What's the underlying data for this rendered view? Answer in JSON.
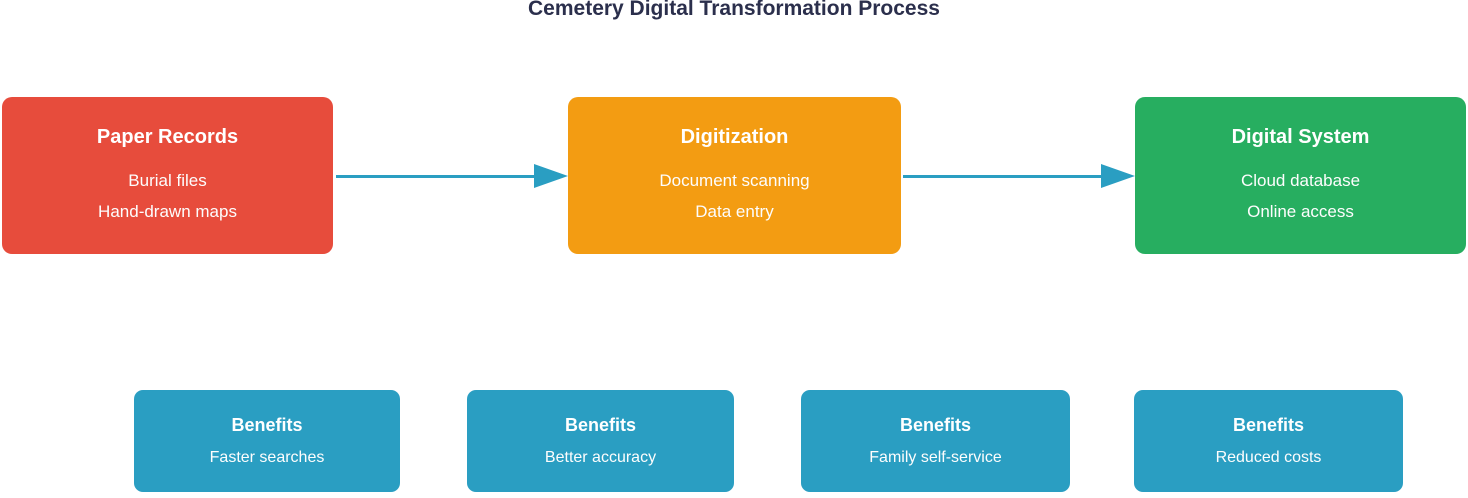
{
  "title": "Cemetery Digital Transformation Process",
  "colors": {
    "title_text": "#2b2f4c",
    "stage_paper_records": "#e74c3c",
    "stage_digitization": "#f39c12",
    "stage_digital_system": "#27ae60",
    "benefit_and_arrow": "#2a9ec2",
    "box_text": "#ffffff",
    "background": "#ffffff"
  },
  "stages": [
    {
      "title": "Paper Records",
      "lines": [
        "Burial files",
        "Hand-drawn maps"
      ]
    },
    {
      "title": "Digitization",
      "lines": [
        "Document scanning",
        "Data entry"
      ]
    },
    {
      "title": "Digital System",
      "lines": [
        "Cloud database",
        "Online access"
      ]
    }
  ],
  "arrows": [
    {
      "from": "Paper Records",
      "to": "Digitization",
      "direction": "right"
    },
    {
      "from": "Digitization",
      "to": "Digital System",
      "direction": "right"
    }
  ],
  "benefits": [
    {
      "title": "Benefits",
      "line": "Faster searches"
    },
    {
      "title": "Benefits",
      "line": "Better accuracy"
    },
    {
      "title": "Benefits",
      "line": "Family self-service"
    },
    {
      "title": "Benefits",
      "line": "Reduced costs"
    }
  ]
}
